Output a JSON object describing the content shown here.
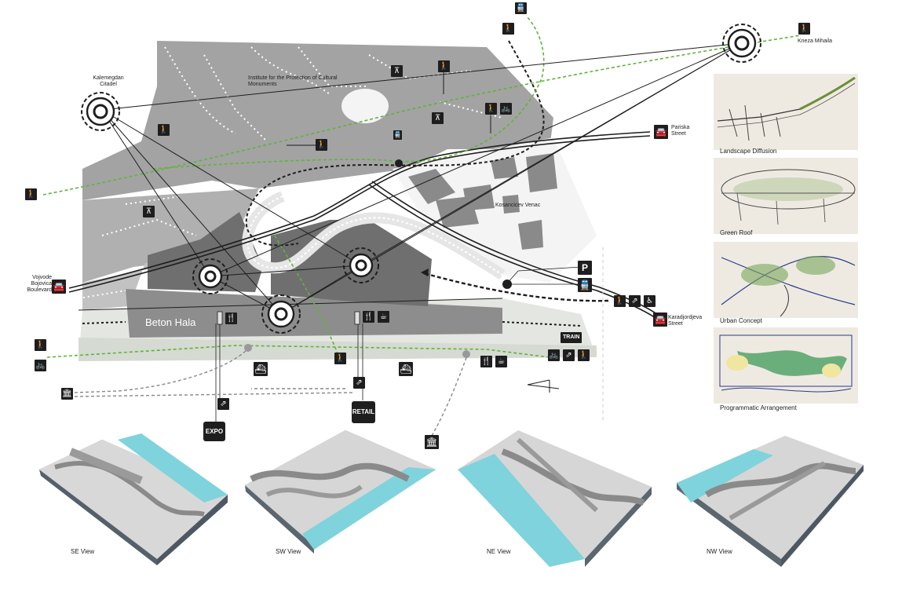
{
  "labels": {
    "kalemegdan": "Kalemegdan Citadel",
    "institute": "Institute for the Protection of Cultural Monuments",
    "kneza": "Kneza Mihaila",
    "pariska": "Pariska Street",
    "kosancicev": "Kosancicev Venac",
    "vojvode": "Vojvode Bojovica Boulevard",
    "karadjordjeva": "Karadjordjeva Street",
    "beton_hala": "Beton Hala",
    "train": "TRAIN",
    "expo": "EXPO",
    "retail": "RETAIL",
    "parking": "P"
  },
  "sketches": [
    {
      "caption": "Landscape Diffusion"
    },
    {
      "caption": "Green Roof"
    },
    {
      "caption": "Urban Concept"
    },
    {
      "caption": "Programmatic Arrangement"
    }
  ],
  "views": [
    {
      "caption": "SE View"
    },
    {
      "caption": "SW View"
    },
    {
      "caption": "NE View"
    },
    {
      "caption": "NW View"
    }
  ],
  "icons": {
    "pedestrian": "🚶",
    "car": "🚘",
    "train": "🚆",
    "bike": "🚲",
    "wheelchair": "♿",
    "escalator": "⇗",
    "picnic": "⊼",
    "restaurant": "🍴",
    "cafe": "☕",
    "boat": "⛴",
    "museum": "🏛"
  },
  "colors": {
    "map_grey": "#9a9a9a",
    "building_dark": "#6e6e6e",
    "promenade": "#e3e6df",
    "green_path": "#5fb43a",
    "river": "#7fd3dc",
    "ink": "#1e1e1e"
  }
}
